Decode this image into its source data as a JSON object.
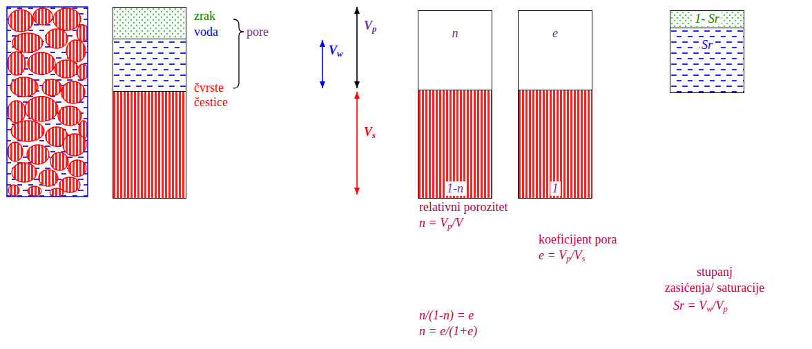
{
  "diagram": {
    "nodes": [
      {
        "text": [
          "zrak"
        ]
      },
      {
        "text": [
          "voda"
        ]
      },
      {
        "text": [
          "čvrste čestice"
        ]
      },
      {
        "text": [
          "n"
        ]
      },
      {
        "text": [
          "1-n"
        ]
      },
      {
        "text": [
          "e"
        ]
      },
      {
        "text": [
          "1"
        ]
      },
      {
        "text": [
          "1- Sr"
        ]
      },
      {
        "text": [
          "Sr"
        ]
      }
    ],
    "labels": [
      "pore",
      "Vw",
      "Vp",
      "Vs",
      "relativni porozitet",
      "n = Vp/V",
      "koeficijent pora",
      "e = Vp/Vs",
      "n/(1-n) = e",
      "n = e/(1+e)",
      "stupanj zasićenja/ saturacije",
      "Sr = Vw/Vp"
    ]
  }
}
